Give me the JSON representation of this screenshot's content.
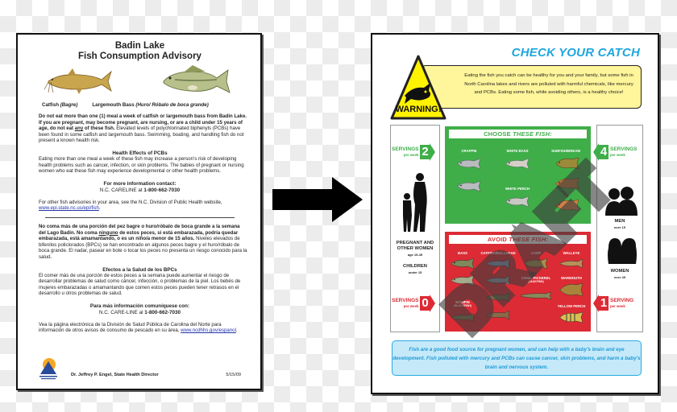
{
  "left_doc": {
    "title_line1": "Badin Lake",
    "title_line2": "Fish Consumption Advisory",
    "captions": {
      "catfish": "Catfish",
      "catfish_es": "(Bagre)",
      "bass": "Largemouth Bass",
      "bass_es": "(Huro/ Róbalo de boca grande)"
    },
    "en": {
      "warning_bold_1": "Do not eat more than one (1) meal a week of catfish or largemouth bass from Badin Lake.  If you are pregnant, may become pregnant, are nursing, or are a child under 15 years of age, do not eat ",
      "warning_underlined": "any",
      "warning_bold_2": " of these fish.",
      "warning_rest": "  Elevated levels of polychlorinated biphenyls (PCBs) have been found in some catfish and largemouth bass.  Swimming, boating, and handling fish do not present a known health risk.",
      "health_heading": "Health Effects of PCBs",
      "health_text": "Eating more than one meal a week of these fish may increase a person's risk of developing health problems such as cancer, infection, or skin problems. The babies of pregnant or nursing women who eat these fish may experience developmental or other health problems.",
      "contact_heading": "For more information contact:",
      "contact_prefix": "N.C. CARELINE at ",
      "contact_phone": "1-800-662-7030",
      "other_prefix": "For other fish advisories in your area, see the N.C. Division of Public Health website, ",
      "other_link": "www.epi.state.nc.us/epi/fish",
      "other_suffix": "."
    },
    "es": {
      "warning_bold_1": "No coma más de una porción del pez bagre o huro/róbalo de boca grande a la semana del Lago Badin.  No coma ",
      "warning_underlined": "ninguno",
      "warning_bold_2": " de estos peces, si está embarazada, podría quedar embarazada, está amamantando, o es un niño/a menor de 15 años.",
      "warning_rest": "  Niveles elevados de bifenilos policlorados (BPCs) se han encontrado en algunos peces bagre y el huro/róbalo de boca grande. El nadar, pasear en bote o tocar los peces no presenta un riesgo conocido para la salud.",
      "health_heading": "Efectos a la Salud de los BPCs",
      "health_text": "El comer más de una porción de estos peces a la semana puede aumentar el riesgo de desarrollar problemas de salud como cáncer, infección, o problemas de la piel.  Los bebés de mujeres embarazadas o amamantando que comen estos peces pueden tener retrasos en el desarrollo u otros problemas de salud.",
      "contact_heading": "Para más información comuníquese con:",
      "contact_prefix": "N.C. CARE-LINE al ",
      "contact_phone": "1-800-662-7030",
      "other_prefix": "Vea la página electrónica de la División de Salud Pública de Carolina del Norte para información de otros avisos de consumo de pescado en su área, ",
      "other_link": "www.ncdhhs.gov/espanol",
      "other_suffix": "."
    },
    "footer": {
      "logo_text": "North Carolina Public Health",
      "signature": "Dr. Jeffrey P. Engel, State Health Director",
      "date": "5/15/09"
    }
  },
  "right_doc": {
    "title": "CHECK YOUR CATCH",
    "warning_label": "WARNING!",
    "intro": "Eating the fish you catch can be healthy for you and your family, but some fish in North Carolina lakes and rivers are polluted with harmful chemicals, like mercury and PCBs. Eating some fish, while avoiding others, is a healthy choice!",
    "choose_panel": {
      "heading_plain": "CHOOSE ",
      "heading_italic": "THESE FISH:",
      "color": "#3fae49",
      "fish": [
        {
          "label": "CRAPPIE",
          "count": 2
        },
        {
          "label": "WHITE BASS",
          "count": 1
        },
        {
          "label": "SUNFISH/BREAM",
          "count": 3
        },
        {
          "label": "WHITE PERCH",
          "count": 1
        }
      ]
    },
    "avoid_panel": {
      "heading_plain": "AVOID ",
      "heading_italic": "THESE FISH:",
      "color": "#dc2b34",
      "fish": [
        {
          "label": "BASS",
          "count": 2
        },
        {
          "label": "CATFISH/BULLHEAD",
          "count": 4
        },
        {
          "label": "CARP",
          "count": 1
        },
        {
          "label": "WALLEYE",
          "count": 1
        },
        {
          "label": "CHAIN PICKEREL",
          "sub": "(JACKFISH)",
          "count": 1
        },
        {
          "label": "WARMOUTH",
          "count": 1
        },
        {
          "label": "BOWFIN",
          "sub": "(BLACKFISH)",
          "count": 1
        },
        {
          "label": "YELLOW PERCH",
          "count": 1
        }
      ]
    },
    "servings": {
      "left_green": {
        "label": "SERVINGS",
        "sub": "per week",
        "number": "2"
      },
      "right_green": {
        "label": "SERVINGS",
        "sub": "per week",
        "number": "4"
      },
      "left_red": {
        "label": "SERVINGS",
        "sub": "per week",
        "number": "0"
      },
      "right_red": {
        "label": "SERVING",
        "sub": "per week",
        "number": "1"
      }
    },
    "groups": {
      "pregnant": {
        "label": "PREGNANT AND OTHER WOMEN",
        "sub": "age 15-45"
      },
      "children": {
        "label": "CHILDREN",
        "sub": "under 15"
      },
      "men": {
        "label": "MEN",
        "sub": "over 15"
      },
      "women": {
        "label": "WOMEN",
        "sub": "over 45"
      }
    },
    "bottom_note": "Fish are a good food source for pregnant women, and can help with a baby's brain and eye development. Fish polluted with mercury and PCBs can cause cancer, skin problems, and harm a baby's brain and nervous system.",
    "watermark": "DRAFT"
  },
  "colors": {
    "accent_blue": "#1fa6df",
    "warning_yellow": "#fff200",
    "green": "#3fae49",
    "red": "#dc2b34",
    "note_bg": "#c5e9f9"
  }
}
